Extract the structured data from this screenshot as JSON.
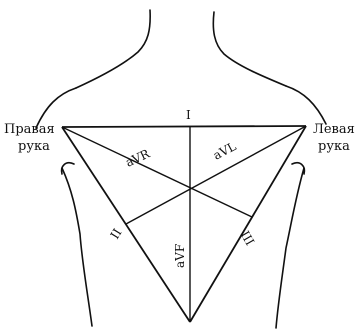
{
  "labels": {
    "right_arm": [
      "Правая",
      "рукa"
    ],
    "left_arm": [
      "Левая",
      "рука"
    ]
  },
  "leads": {
    "I": "I",
    "II": "II",
    "III": "III",
    "aVR": "aVR",
    "aVL": "aVL",
    "aVF": "aVF"
  },
  "colors": {
    "ink": "#111111",
    "background": "#ffffff"
  }
}
